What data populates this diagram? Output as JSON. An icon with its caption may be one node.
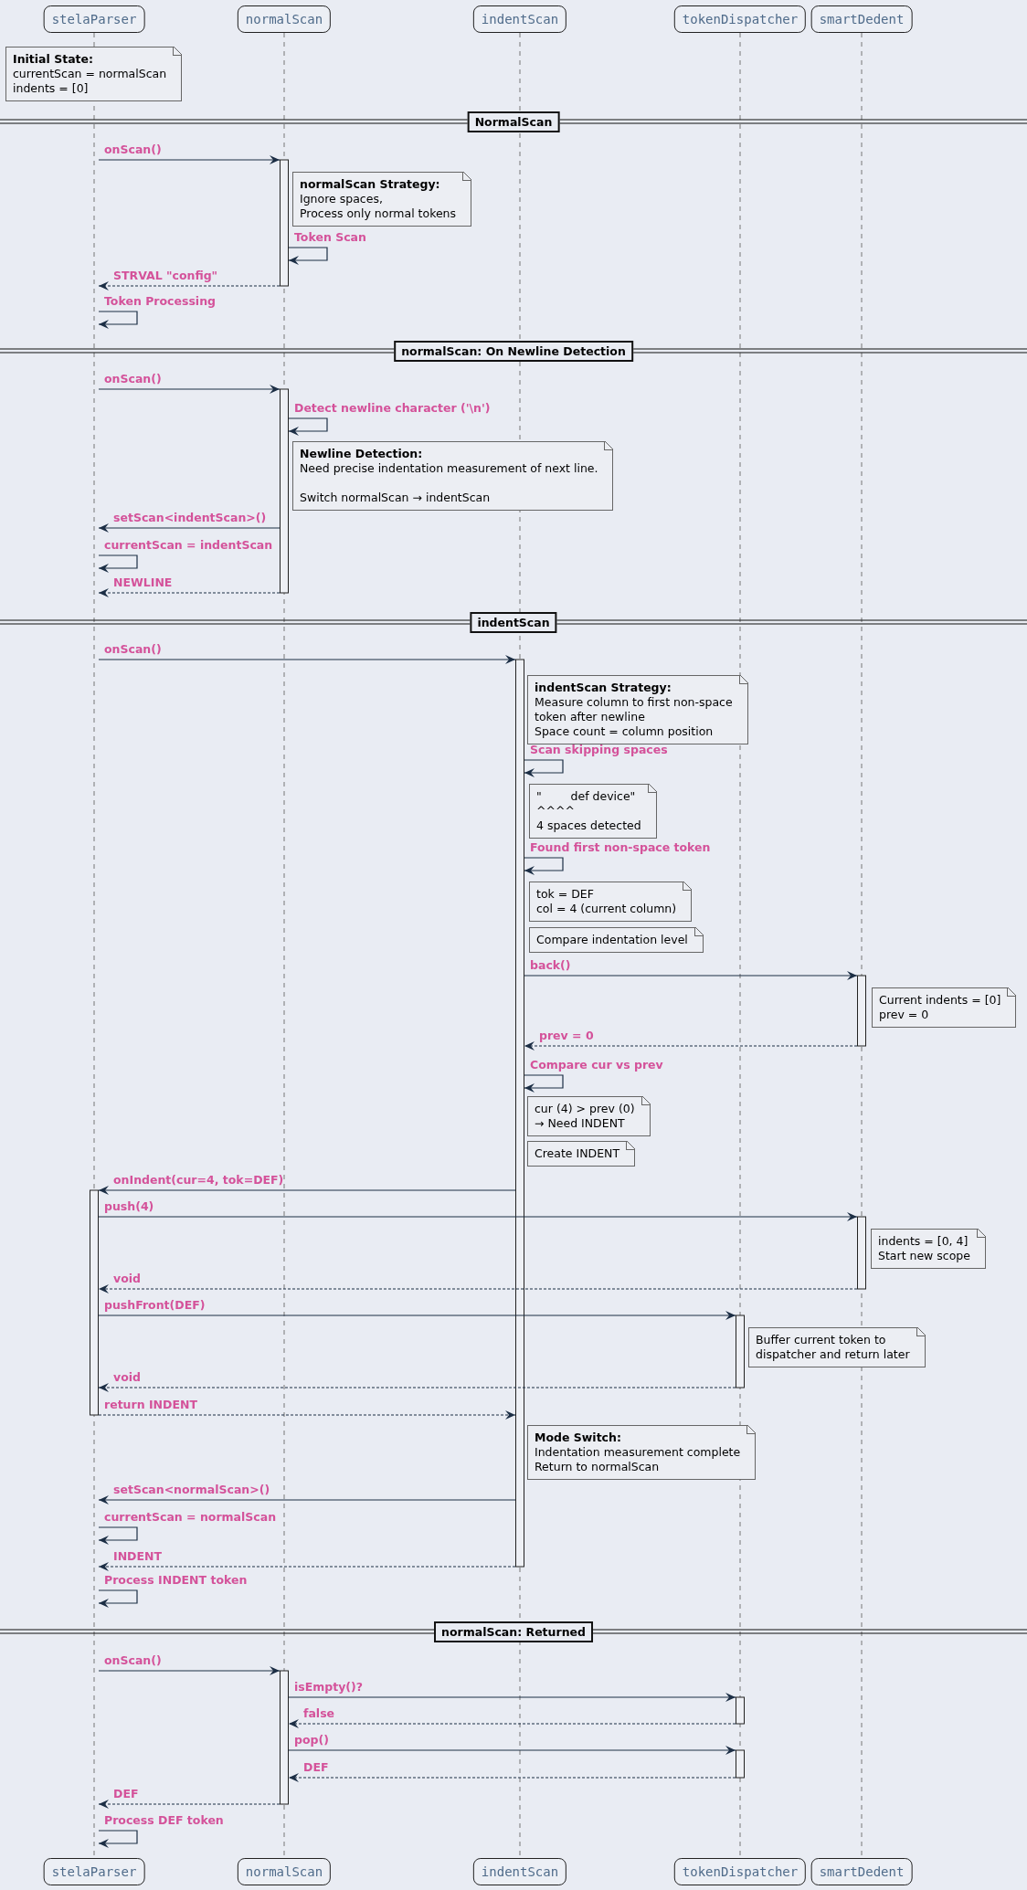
{
  "diagram": {
    "nodes": [
      {
        "text": [
          "stelaParser"
        ]
      },
      {
        "text": [
          "normalScan"
        ]
      },
      {
        "text": [
          "indentScan"
        ]
      },
      {
        "text": [
          "tokenDispatcher"
        ]
      },
      {
        "text": [
          "smartDedent"
        ]
      },
      {
        "text": [
          "Initial State:",
          "currentScan = normalScan",
          "indents = [0]"
        ]
      },
      {
        "text": [
          "NormalScan"
        ]
      },
      {
        "text": [
          "normalScan Strategy:",
          "Ignore spaces,",
          "Process only normal tokens"
        ]
      },
      {
        "text": [
          "normalScan: On Newline Detection"
        ]
      },
      {
        "text": [
          "Newline Detection:",
          "Need precise indentation measurement of next line.",
          "Switch normalScan → indentScan"
        ]
      },
      {
        "text": [
          "indentScan"
        ]
      },
      {
        "text": [
          "indentScan Strategy:",
          "Measure column to first non-space",
          "token after newline",
          "Space count = column position"
        ]
      },
      {
        "text": [
          "\"        def device\"",
          "^^^^",
          "4 spaces detected"
        ]
      },
      {
        "text": [
          "tok = DEF",
          "col = 4 (current column)"
        ]
      },
      {
        "text": [
          "Compare indentation level"
        ]
      },
      {
        "text": [
          "Current indents = [0]",
          "prev = 0"
        ]
      },
      {
        "text": [
          "cur (4) > prev (0)",
          "→ Need INDENT"
        ]
      },
      {
        "text": [
          "Create INDENT"
        ]
      },
      {
        "text": [
          "indents = [0, 4]",
          "Start new scope"
        ]
      },
      {
        "text": [
          "Buffer current token to",
          "dispatcher and return later"
        ]
      },
      {
        "text": [
          "Mode Switch:",
          "Indentation measurement complete",
          "Return to normalScan"
        ]
      },
      {
        "text": [
          "normalScan: Returned"
        ]
      },
      {
        "text": [
          "stelaParser"
        ]
      },
      {
        "text": [
          "normalScan"
        ]
      },
      {
        "text": [
          "indentScan"
        ]
      },
      {
        "text": [
          "tokenDispatcher"
        ]
      },
      {
        "text": [
          "smartDedent"
        ]
      },
      {
        "text": [],
        "shape": "line"
      },
      {
        "text": [],
        "shape": "line"
      },
      {
        "text": [],
        "shape": "line"
      },
      {
        "text": [],
        "shape": "line"
      },
      {
        "text": [],
        "shape": "line"
      }
    ],
    "edges": [
      {
        "from": 27,
        "to": 28,
        "arrow": "to",
        "label": "onScan()"
      },
      {
        "from": 28,
        "to": 28,
        "arrow": "to",
        "label": "Token Scan"
      },
      {
        "from": 28,
        "to": 27,
        "arrow": "to",
        "label": "STRVAL \"config\"",
        "style": "dashed"
      },
      {
        "from": 27,
        "to": 27,
        "arrow": "to",
        "label": "Token Processing"
      },
      {
        "from": 27,
        "to": 28,
        "arrow": "to",
        "label": "onScan()"
      },
      {
        "from": 28,
        "to": 28,
        "arrow": "to",
        "label": "Detect newline character ('\\n')"
      },
      {
        "from": 28,
        "to": 27,
        "arrow": "to",
        "label": "setScan<indentScan>()"
      },
      {
        "from": 27,
        "to": 27,
        "arrow": "to",
        "label": "currentScan = indentScan"
      },
      {
        "from": 28,
        "to": 27,
        "arrow": "to",
        "label": "NEWLINE",
        "style": "dashed"
      },
      {
        "from": 27,
        "to": 29,
        "arrow": "to",
        "label": "onScan()"
      },
      {
        "from": 29,
        "to": 29,
        "arrow": "to",
        "label": "Scan skipping spaces"
      },
      {
        "from": 29,
        "to": 29,
        "arrow": "to",
        "label": "Found first non-space token"
      },
      {
        "from": 29,
        "to": 31,
        "arrow": "to",
        "label": "back()"
      },
      {
        "from": 31,
        "to": 29,
        "arrow": "to",
        "label": "prev = 0",
        "style": "dashed"
      },
      {
        "from": 29,
        "to": 29,
        "arrow": "to",
        "label": "Compare cur vs prev"
      },
      {
        "from": 29,
        "to": 27,
        "arrow": "to",
        "label": "onIndent(cur=4, tok=DEF)"
      },
      {
        "from": 27,
        "to": 31,
        "arrow": "to",
        "label": "push(4)"
      },
      {
        "from": 31,
        "to": 27,
        "arrow": "to",
        "label": "void",
        "style": "dashed"
      },
      {
        "from": 27,
        "to": 30,
        "arrow": "to",
        "label": "pushFront(DEF)"
      },
      {
        "from": 30,
        "to": 27,
        "arrow": "to",
        "label": "void",
        "style": "dashed"
      },
      {
        "from": 27,
        "to": 29,
        "arrow": "to",
        "label": "return INDENT",
        "style": "dashed"
      },
      {
        "from": 29,
        "to": 27,
        "arrow": "to",
        "label": "setScan<normalScan>()"
      },
      {
        "from": 27,
        "to": 27,
        "arrow": "to",
        "label": "currentScan = normalScan"
      },
      {
        "from": 29,
        "to": 27,
        "arrow": "to",
        "label": "INDENT",
        "style": "dashed"
      },
      {
        "from": 27,
        "to": 27,
        "arrow": "to",
        "label": "Process INDENT token"
      },
      {
        "from": 27,
        "to": 28,
        "arrow": "to",
        "label": "onScan()"
      },
      {
        "from": 28,
        "to": 30,
        "arrow": "to",
        "label": "isEmpty()?"
      },
      {
        "from": 30,
        "to": 28,
        "arrow": "to",
        "label": "false",
        "style": "dashed"
      },
      {
        "from": 28,
        "to": 30,
        "arrow": "to",
        "label": "pop()"
      },
      {
        "from": 30,
        "to": 28,
        "arrow": "to",
        "label": "DEF",
        "style": "dashed"
      },
      {
        "from": 28,
        "to": 27,
        "arrow": "to",
        "label": "DEF",
        "style": "dashed"
      },
      {
        "from": 27,
        "to": 27,
        "arrow": "to",
        "label": "Process DEF token"
      }
    ]
  }
}
